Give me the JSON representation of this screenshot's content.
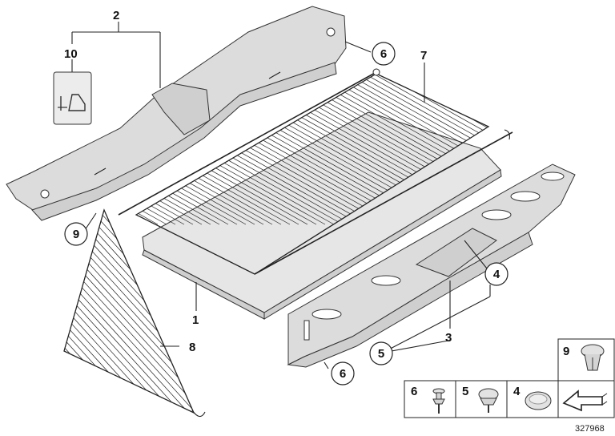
{
  "callouts": [
    {
      "id": "c1",
      "text": "1"
    },
    {
      "id": "c2",
      "text": "2"
    },
    {
      "id": "c3",
      "text": "3"
    },
    {
      "id": "c4",
      "text": "4"
    },
    {
      "id": "c5",
      "text": "5"
    },
    {
      "id": "c6a",
      "text": "6"
    },
    {
      "id": "c6b",
      "text": "6"
    },
    {
      "id": "c7",
      "text": "7"
    },
    {
      "id": "c8",
      "text": "8"
    },
    {
      "id": "c9",
      "text": "9"
    },
    {
      "id": "c10",
      "text": "10"
    }
  ],
  "legend": {
    "items": [
      {
        "text": "6"
      },
      {
        "text": "5"
      },
      {
        "text": "4"
      },
      {
        "text": "9"
      }
    ]
  },
  "drawing_number": "327968"
}
